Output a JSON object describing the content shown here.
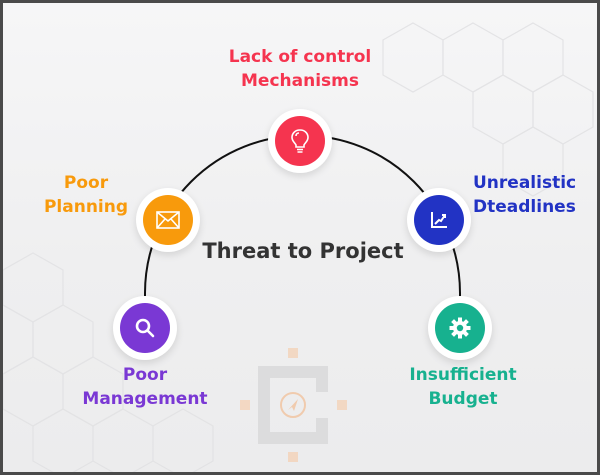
{
  "diagram": {
    "title": "Threat to Project",
    "nodes": [
      {
        "id": "lack-of-control",
        "line1": "Lack of control",
        "line2": "Mechanisms",
        "icon": "lightbulb-icon",
        "color": "#f5344f"
      },
      {
        "id": "poor-planning",
        "line1": "Poor",
        "line2": "Planning",
        "icon": "envelope-icon",
        "color": "#f89a0c"
      },
      {
        "id": "unrealistic-deadlines",
        "line1": "Unrealistic",
        "line2": "Dteadlines",
        "icon": "growth-chart-icon",
        "color": "#2233c4"
      },
      {
        "id": "poor-management",
        "line1": "Poor",
        "line2": "Management",
        "icon": "magnifier-icon",
        "color": "#7a38d4"
      },
      {
        "id": "insufficient-budget",
        "line1": "Insufficient",
        "line2": "Budget",
        "icon": "gear-icon",
        "color": "#17b18f"
      }
    ]
  },
  "colors": {
    "frame": "#4a4a4a",
    "arc": "#111111",
    "title": "#333333"
  }
}
